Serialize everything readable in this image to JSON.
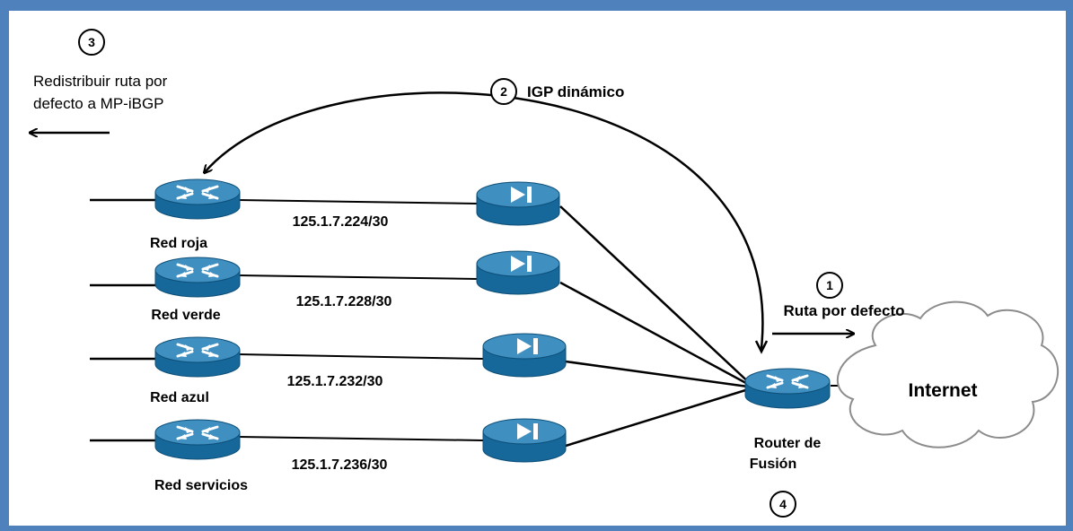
{
  "annotations": {
    "step1": {
      "number": "1",
      "text": "Ruta por defecto"
    },
    "step2": {
      "number": "2",
      "text": "IGP dinámico"
    },
    "step3": {
      "number": "3",
      "line1": "Redistribuir ruta por",
      "line2": "defecto a MP-iBGP"
    },
    "step4": {
      "number": "4"
    }
  },
  "networks": [
    {
      "label": "Red roja",
      "subnet": "125.1.7.224/30"
    },
    {
      "label": "Red verde",
      "subnet": "125.1.7.228/30"
    },
    {
      "label": "Red azul",
      "subnet": "125.1.7.232/30"
    },
    {
      "label": "Red servicios",
      "subnet": "125.1.7.236/30"
    }
  ],
  "fusion_router": {
    "line1": "Router de",
    "line2": "Fusión"
  },
  "internet": {
    "label": "Internet"
  },
  "colors": {
    "frame": "#4f81bd",
    "device_top": "#3f8fc0",
    "device_side": "#16679a",
    "line": "#000000",
    "cloud_fill": "#ffffff",
    "cloud_stroke": "#7f7f7f"
  },
  "icons": {
    "router": "router-icon",
    "firewall": "firewall-icon",
    "cloud": "internet-cloud-icon"
  }
}
